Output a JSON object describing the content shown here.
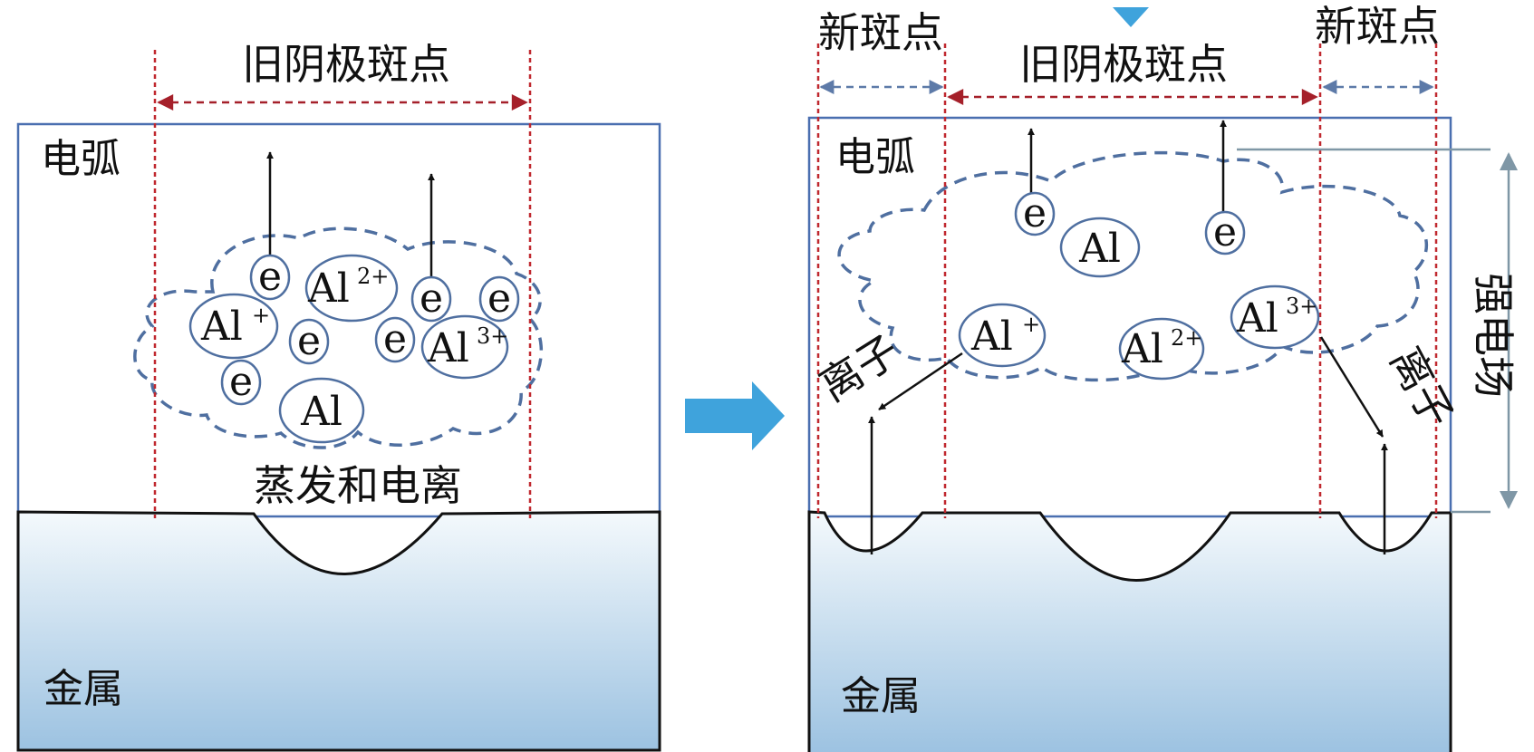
{
  "left_panel": {
    "spot_label": "旧阴极斑点",
    "arc_label": "电弧",
    "process_label": "蒸发和电离",
    "metal_label": "金属",
    "particles": {
      "electron": "e",
      "al": "Al",
      "al1_base": "Al",
      "al1_charge": "+",
      "al2_base": "Al",
      "al2_charge": "2+",
      "al3_base": "Al",
      "al3_charge": "3+"
    }
  },
  "right_panel": {
    "old_spot_label": "旧阴极斑点",
    "new_spot_left_label": "新斑点",
    "new_spot_right_label": "新斑点",
    "arc_label": "电弧",
    "ion_left_label": "离子",
    "ion_right_label": "离子",
    "field_label": "强电场",
    "metal_label": "金属",
    "particles": {
      "electron": "e",
      "al": "Al",
      "al1_base": "Al",
      "al1_charge": "+",
      "al2_base": "Al",
      "al2_charge": "2+",
      "al3_base": "Al",
      "al3_charge": "3+"
    }
  },
  "colors": {
    "spot_line": "#c0282f",
    "box_border": "#4a6fb0",
    "cloud_dash": "#4f6fa0",
    "new_spot_arrow": "#4f6fa0",
    "transition_arrow": "#3fa3dc",
    "field_bar": "#7f97a6",
    "metal_top": "#f4f9fc",
    "metal_bottom": "#9cc2e1"
  }
}
